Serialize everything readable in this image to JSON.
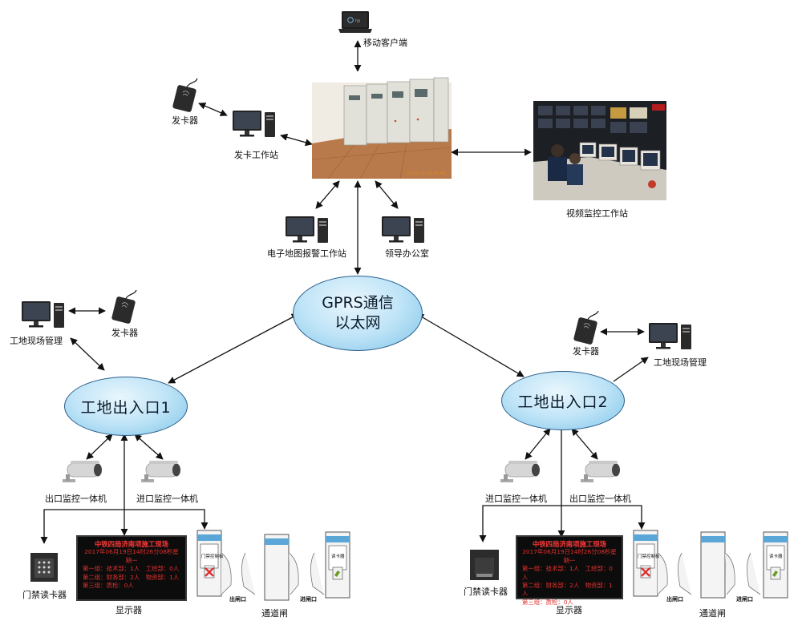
{
  "nodes": {
    "mobile_client": "移动客户端",
    "card_issuer_top": "发卡器",
    "card_workstation": "发卡工作站",
    "map_alarm_station": "电子地图报警工作站",
    "leader_office": "领导办公室",
    "video_station": "视频监控工作站",
    "gprs": [
      "GPRS通信",
      "以太网"
    ],
    "site_mgmt_left": "工地现场管理",
    "card_issuer_left": "发卡器",
    "card_issuer_right": "发卡器",
    "site_mgmt_right": "工地现场管理",
    "entrance1": "工地出入口1",
    "entrance2": "工地出入口2",
    "exit_cam_left": "出口监控一体机",
    "entry_cam_left": "进口监控一体机",
    "entry_cam_right": "进口监控一体机",
    "exit_cam_right": "出口监控一体机",
    "door_reader_left": "门禁读卡器",
    "display_left": "显示器",
    "gate_left": "通道闸",
    "door_reader_right": "门禁读卡器",
    "display_right": "显示器",
    "gate_right": "通道闸"
  },
  "screen": {
    "title": "中铁四局济南项施工现场",
    "time": "2017年06月19日14时26分08秒星期一",
    "line1": "第一组：技术部：1人　工经部：0人",
    "line2": "第二组：财务部：2人　物资部：1人",
    "line3": "第三组：质检：0人"
  },
  "gate": {
    "exit_label": "出闸口",
    "entry_label": "进闸口",
    "panel_left": "门禁控制板",
    "panel_right": "读卡器"
  },
  "laptop_logo": "hp",
  "photo_stamp": "2018.03.13  15:46",
  "colors": {
    "line": "#111111",
    "ellipse_border": "#2b5f8c",
    "ellipse_fill": "#bfe4f7",
    "lcd_text": "#e0302c"
  }
}
